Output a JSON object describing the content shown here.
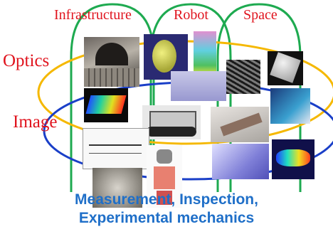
{
  "domains": {
    "infrastructure": "Infrastructure",
    "robot": "Robot",
    "space": "Space"
  },
  "axes": {
    "optics": "Optics",
    "image": "Image"
  },
  "caption": {
    "line1": "Measurement, Inspection,",
    "line2": "Experimental mechanics"
  },
  "colors": {
    "domain_outline": "#1eaa50",
    "optics_ellipse": "#f5b800",
    "image_ellipse": "#1a3fc8",
    "label_text": "#e0141e",
    "caption_text": "#1f6fc8"
  },
  "thumbnails": [
    "tunnel-photo",
    "face-scan-3d",
    "colored-panel-3d",
    "fringe-pattern",
    "dice-3d",
    "heatmap-surface",
    "hand-scan-3d",
    "satellite-earth",
    "rover-robot",
    "rail-model",
    "drawing-sketch",
    "pipe-inspection",
    "humanoid-robot",
    "terrain-3d",
    "heatmap-wave"
  ]
}
